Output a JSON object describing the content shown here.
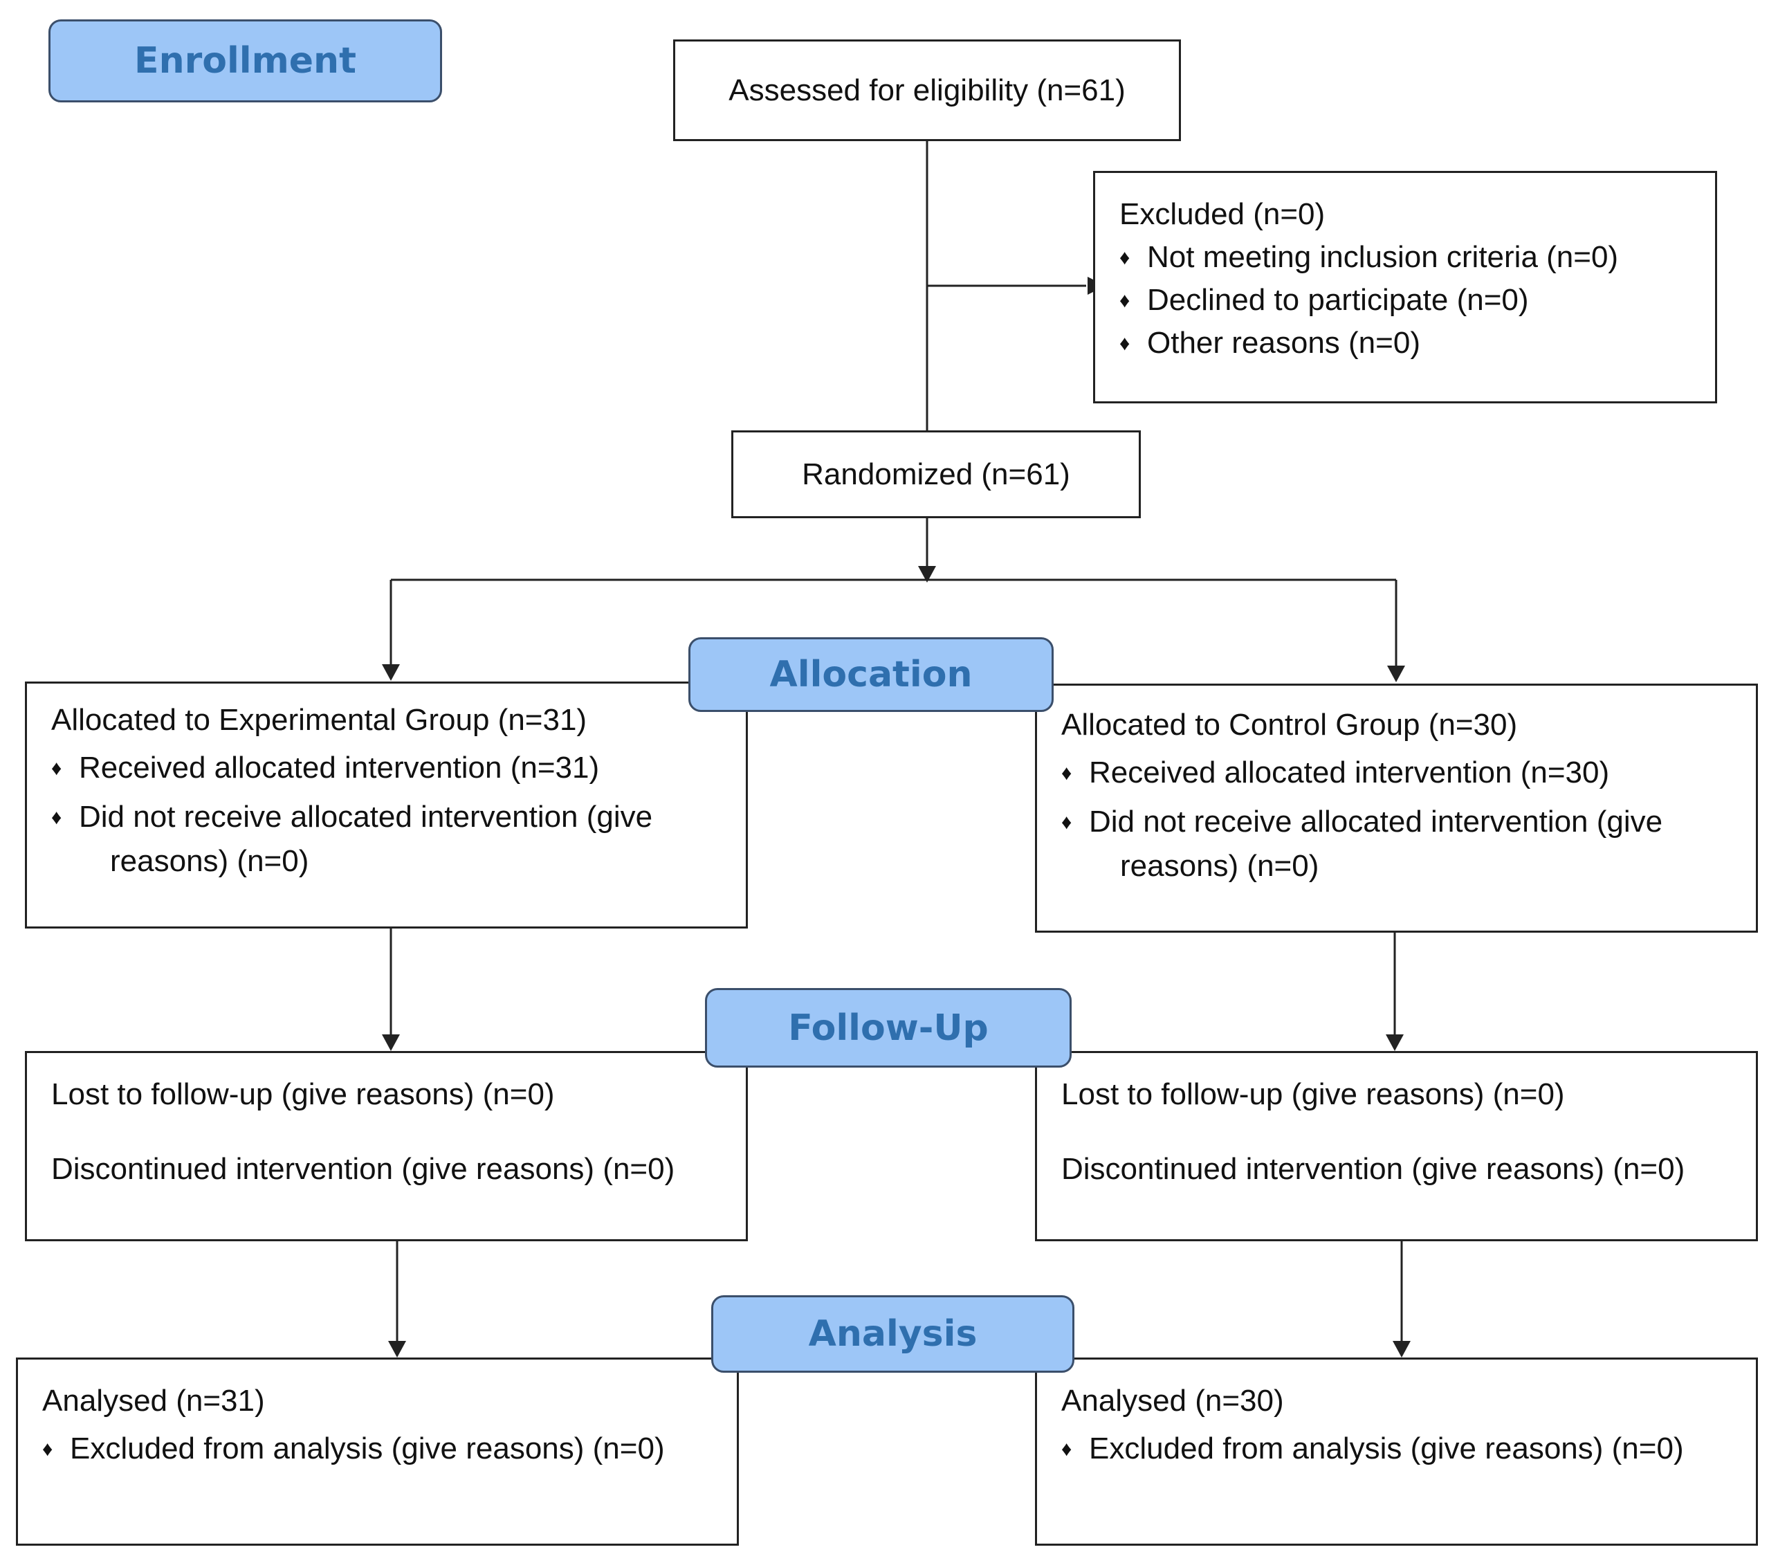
{
  "phases": {
    "enrollment": "Enrollment",
    "allocation": "Allocation",
    "follow_up": "Follow-Up",
    "analysis": "Analysis"
  },
  "assessed": "Assessed for eligibility (n=61)",
  "excluded": {
    "title": "Excluded (n=0)",
    "items": [
      "Not meeting inclusion criteria (n=0)",
      "Declined to participate (n=0)",
      "Other reasons (n=0)"
    ]
  },
  "randomized": "Randomized (n=61)",
  "experimental": {
    "allocation": {
      "title": "Allocated to Experimental Group (n=31)",
      "received": "Received allocated intervention (n=31)",
      "not_received": "Did not receive allocated intervention (give",
      "not_received_cont": "reasons) (n=0)"
    },
    "follow_up": {
      "lost": "Lost to follow-up (give reasons) (n=0)",
      "discontinued": "Discontinued intervention (give reasons) (n=0)"
    },
    "analysis": {
      "analysed": "Analysed (n=31)",
      "excluded": "Excluded from analysis (give reasons) (n=0)"
    }
  },
  "control": {
    "allocation": {
      "title": "Allocated to Control Group (n=30)",
      "received": "Received allocated intervention (n=30)",
      "not_received": "Did not receive allocated intervention (give",
      "not_received_cont": "reasons) (n=0)"
    },
    "follow_up": {
      "lost": "Lost to follow-up (give reasons) (n=0)",
      "discontinued": "Discontinued intervention (give reasons) (n=0)"
    },
    "analysis": {
      "analysed": "Analysed (n=30)",
      "excluded": "Excluded from analysis (give reasons) (n=0)"
    }
  },
  "colors": {
    "phase_fill": "#9dc6f7",
    "phase_text": "#2f6fae",
    "line": "#222222"
  }
}
